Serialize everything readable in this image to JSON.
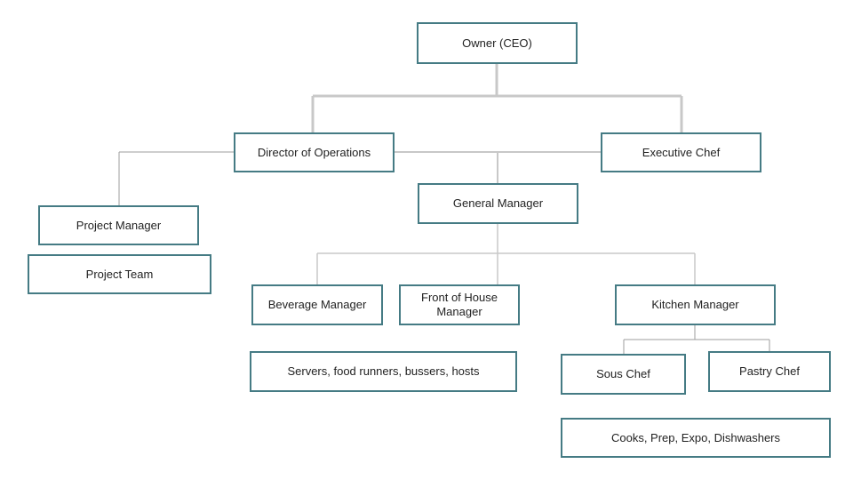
{
  "colors": {
    "box_border": "#457b84",
    "connector_light": "#c8c8c8",
    "connector_dark": "#9e9e9e",
    "text": "#222222"
  },
  "nodes": {
    "owner": "Owner (CEO)",
    "director_operations": "Director of Operations",
    "executive_chef": "Executive Chef",
    "general_manager": "General Manager",
    "project_manager": "Project Manager",
    "project_team": "Project Team",
    "beverage_manager": "Beverage Manager",
    "front_of_house_manager": "Front of House Manager",
    "kitchen_manager": "Kitchen Manager",
    "servers_group": "Servers, food runners, bussers, hosts",
    "sous_chef": "Sous Chef",
    "pastry_chef": "Pastry Chef",
    "kitchen_staff": "Cooks, Prep, Expo, Dishwashers"
  }
}
